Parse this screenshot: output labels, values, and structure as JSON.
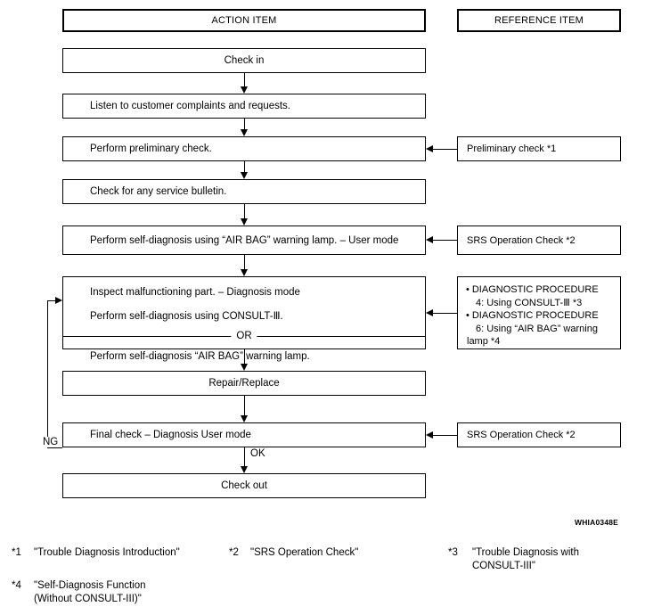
{
  "figure": {
    "code": "WHIA0348E"
  },
  "headers": {
    "action": "ACTION ITEM",
    "reference": "REFERENCE ITEM"
  },
  "action_steps": [
    {
      "id": "check-in",
      "label": "Check in",
      "align": "center"
    },
    {
      "id": "listen",
      "label": "Listen to customer complaints and requests.",
      "align": "left"
    },
    {
      "id": "preliminary-check",
      "label": "Perform preliminary check.",
      "align": "left"
    },
    {
      "id": "service-bulletin",
      "label": "Check for any service bulletin.",
      "align": "left"
    },
    {
      "id": "self-diag-user-mode",
      "label": "Perform self-diagnosis using “AIR BAG” warning lamp. – User mode",
      "align": "left"
    },
    {
      "id": "repair-replace",
      "label": "Repair/Replace",
      "align": "center"
    },
    {
      "id": "final-check",
      "label": "Final check – Diagnosis User mode",
      "align": "left"
    },
    {
      "id": "check-out",
      "label": "Check out",
      "align": "center"
    }
  ],
  "or_step": {
    "id": "inspect-diagnosis-mode",
    "line1": "Inspect malfunctioning part. – Diagnosis mode",
    "line2": "Perform self-diagnosis using CONSULT-Ⅲ.",
    "divider_word": "OR",
    "line3": "Perform self-diagnosis “AIR BAG” warning lamp."
  },
  "references": [
    {
      "id": "ref-preliminary-check",
      "label": "Preliminary check *1"
    },
    {
      "id": "ref-srs-op-check-1",
      "label": "SRS Operation Check *2"
    },
    {
      "id": "ref-srs-op-check-2",
      "label": "SRS Operation Check *2"
    }
  ],
  "reference_diagnostic": {
    "id": "ref-diagnostic-procedures",
    "lines": [
      {
        "bullet": true,
        "text": "DIAGNOSTIC PROCEDURE"
      },
      {
        "bullet": false,
        "text": "4: Using CONSULT-Ⅲ *3",
        "indent": 1
      },
      {
        "bullet": true,
        "text": "DIAGNOSTIC PROCEDURE"
      },
      {
        "bullet": false,
        "text": "6: Using “AIR BAG” warning",
        "indent": 1
      },
      {
        "bullet": false,
        "text": "lamp *4",
        "indent": 0
      }
    ]
  },
  "edge_labels": {
    "ng": "NG",
    "ok": "OK"
  },
  "footnotes": [
    {
      "mark": "*1",
      "lines": [
        "\"Trouble Diagnosis Introduction\""
      ]
    },
    {
      "mark": "*2",
      "lines": [
        "\"SRS Operation Check\""
      ]
    },
    {
      "mark": "*3",
      "lines": [
        "\"Trouble Diagnosis with",
        "CONSULT-III\""
      ]
    },
    {
      "mark": "*4",
      "lines": [
        "\"Self-Diagnosis Function",
        "(Without CONSULT-III)\""
      ]
    }
  ],
  "colors": {
    "line": "#000000",
    "background": "#ffffff",
    "text": "#000000"
  }
}
